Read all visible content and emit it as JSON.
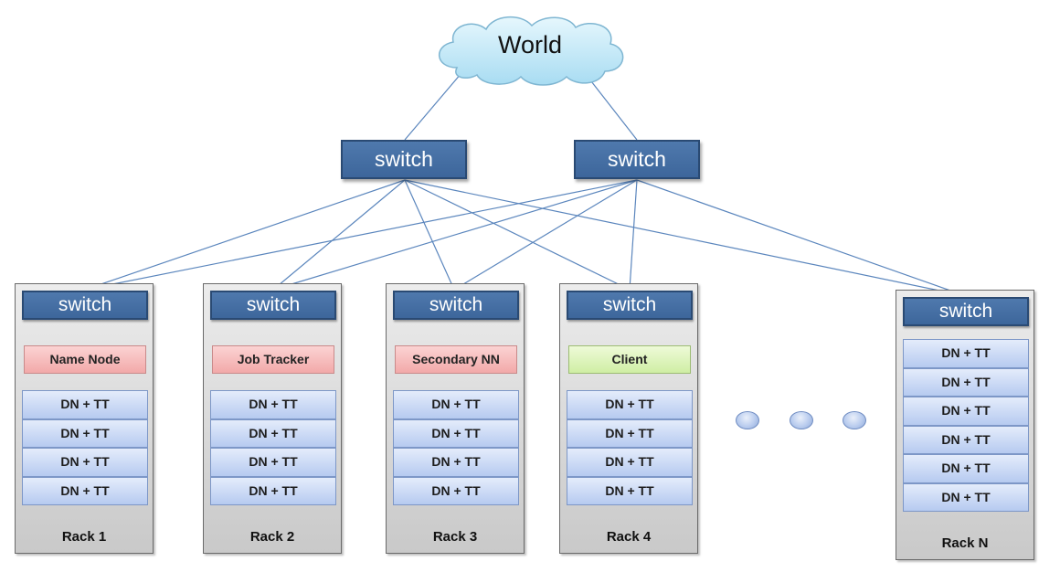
{
  "world": {
    "label": "World"
  },
  "top_switches": [
    {
      "label": "switch"
    },
    {
      "label": "switch"
    }
  ],
  "racks": [
    {
      "switch_label": "switch",
      "role": "Name Node",
      "role_color": "#f2a9a9",
      "nodes": [
        "DN + TT",
        "DN + TT",
        "DN + TT",
        "DN + TT"
      ],
      "label": "Rack 1"
    },
    {
      "switch_label": "switch",
      "role": "Job Tracker",
      "role_color": "#f2a9a9",
      "nodes": [
        "DN + TT",
        "DN + TT",
        "DN + TT",
        "DN + TT"
      ],
      "label": "Rack 2"
    },
    {
      "switch_label": "switch",
      "role": "Secondary NN",
      "role_color": "#f2a9a9",
      "nodes": [
        "DN + TT",
        "DN + TT",
        "DN + TT",
        "DN + TT"
      ],
      "label": "Rack 3"
    },
    {
      "switch_label": "switch",
      "role": "Client",
      "role_color": "#cfeea4",
      "nodes": [
        "DN + TT",
        "DN + TT",
        "DN + TT",
        "DN + TT"
      ],
      "label": "Rack 4"
    },
    {
      "switch_label": "switch",
      "role": "",
      "nodes": [
        "DN + TT",
        "DN + TT",
        "DN + TT",
        "DN + TT",
        "DN + TT",
        "DN + TT"
      ],
      "label": "Rack N"
    }
  ],
  "colors": {
    "switch": "#4a72a6",
    "link": "#5b86bd",
    "cloud": "#bfe8f7",
    "node": "#c4d5f3"
  }
}
